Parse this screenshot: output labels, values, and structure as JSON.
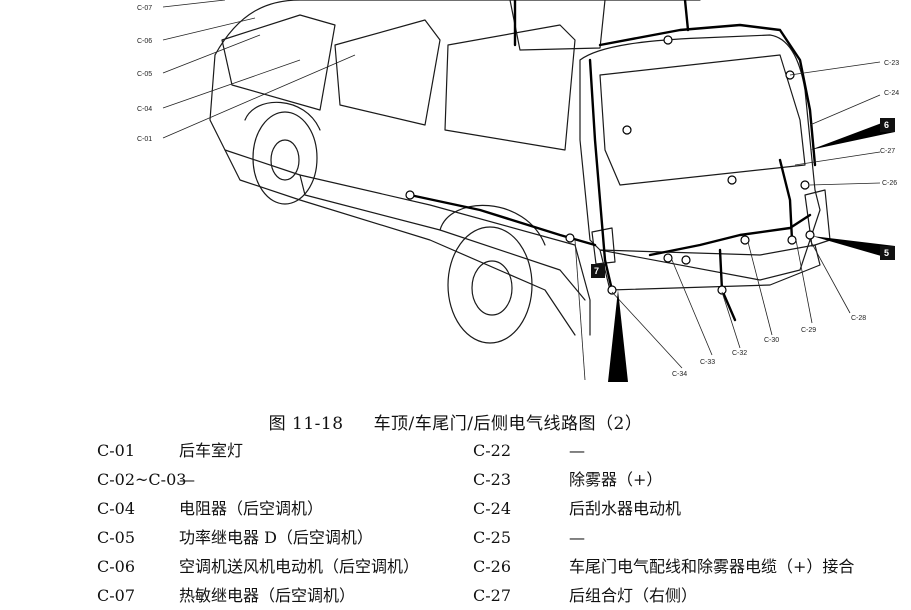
{
  "diagram": {
    "callouts_left": [
      "C-07",
      "C-06",
      "C-05",
      "C-04",
      "C-01"
    ],
    "callouts_right": [
      "C-23",
      "C-24",
      "C-27",
      "C-26",
      "C-28",
      "C-29",
      "C-30",
      "C-32",
      "C-33",
      "C-34"
    ],
    "markers": [
      "6",
      "5",
      "7"
    ]
  },
  "caption": {
    "number": "图 11-18",
    "title": "车顶/车尾门/后侧电气线路图（2）"
  },
  "legend_left": [
    {
      "code": "C-01",
      "desc": "后车室灯"
    },
    {
      "code": "C-02~C-03",
      "desc": "—"
    },
    {
      "code": "C-04",
      "desc": "电阻器（后空调机）"
    },
    {
      "code": "C-05",
      "desc": "功率继电器 D（后空调机）"
    },
    {
      "code": "C-06",
      "desc": "空调机送风机电动机（后空调机）"
    },
    {
      "code": "C-07",
      "desc": "热敏继电器（后空调机）"
    }
  ],
  "legend_right": [
    {
      "code": "C-22",
      "desc": "—"
    },
    {
      "code": "C-23",
      "desc": "除雾器（+）"
    },
    {
      "code": "C-24",
      "desc": "后刮水器电动机"
    },
    {
      "code": "C-25",
      "desc": "—"
    },
    {
      "code": "C-26",
      "desc": "车尾门电气配线和除雾器电缆（+）接合"
    },
    {
      "code": "C-27",
      "desc": "后组合灯（右侧）"
    }
  ]
}
